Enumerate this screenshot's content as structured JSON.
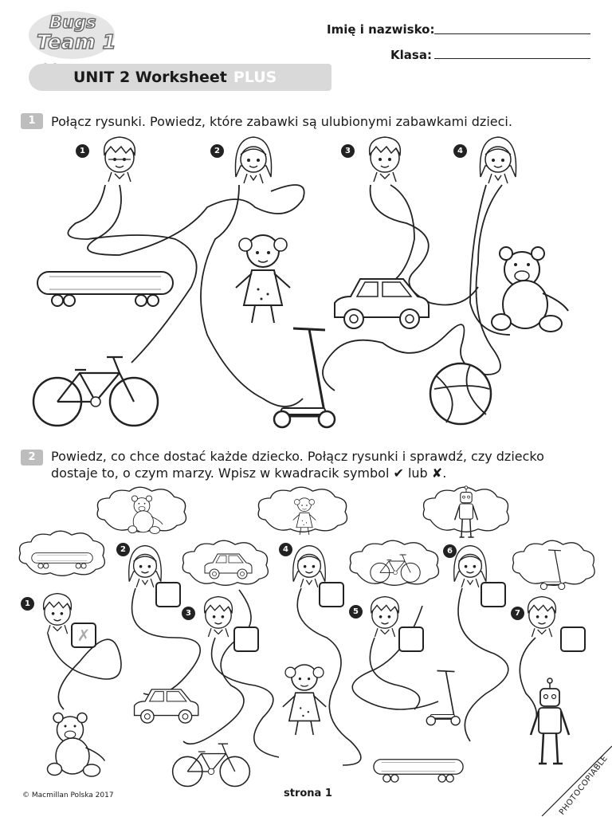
{
  "logo": {
    "line1": "Bugs",
    "line2": "Team 1"
  },
  "header": {
    "name_label": "Imię i nazwisko:",
    "class_label": "Klasa:"
  },
  "banner": {
    "title": "UNIT 2 Worksheet",
    "plus": "PLUS"
  },
  "task1": {
    "number": "1",
    "instruction": "Połącz rysunki. Powiedz, które zabawki są ulubionymi zabawkami dzieci.",
    "children": [
      "1",
      "2",
      "3",
      "4"
    ],
    "toys": [
      "skateboard-icon",
      "doll-icon",
      "car-icon",
      "teddy-bear-icon",
      "bike-icon",
      "scooter-icon",
      "ball-icon"
    ]
  },
  "task2": {
    "number": "2",
    "instruction_line1": "Powiedz, co chce dostać każde dziecko. Połącz rysunki i sprawdź, czy dziecko",
    "instruction_line2": "dostaje to, o czym marzy. Wpisz w kwadracik symbol ✔ lub ✘.",
    "children": [
      "1",
      "2",
      "3",
      "4",
      "5",
      "6",
      "7"
    ],
    "example_mark": "✗",
    "wishes": [
      "skateboard-icon",
      "teddy-bear-icon",
      "car-icon",
      "doll-icon",
      "bike-icon",
      "robot-icon",
      "scooter-icon"
    ],
    "toys": [
      "teddy-bear-icon",
      "car-icon",
      "bike-icon",
      "doll-icon",
      "scooter-icon",
      "skateboard-icon",
      "robot-icon"
    ]
  },
  "footer": {
    "copyright": "© Macmillan Polska 2017",
    "page": "strona 1",
    "photocopiable": "PHOTOCOPIABLE"
  },
  "colors": {
    "banner": "#d9d9d9",
    "number_tab": "#bdbdbd",
    "ink": "#1a1a1a"
  }
}
